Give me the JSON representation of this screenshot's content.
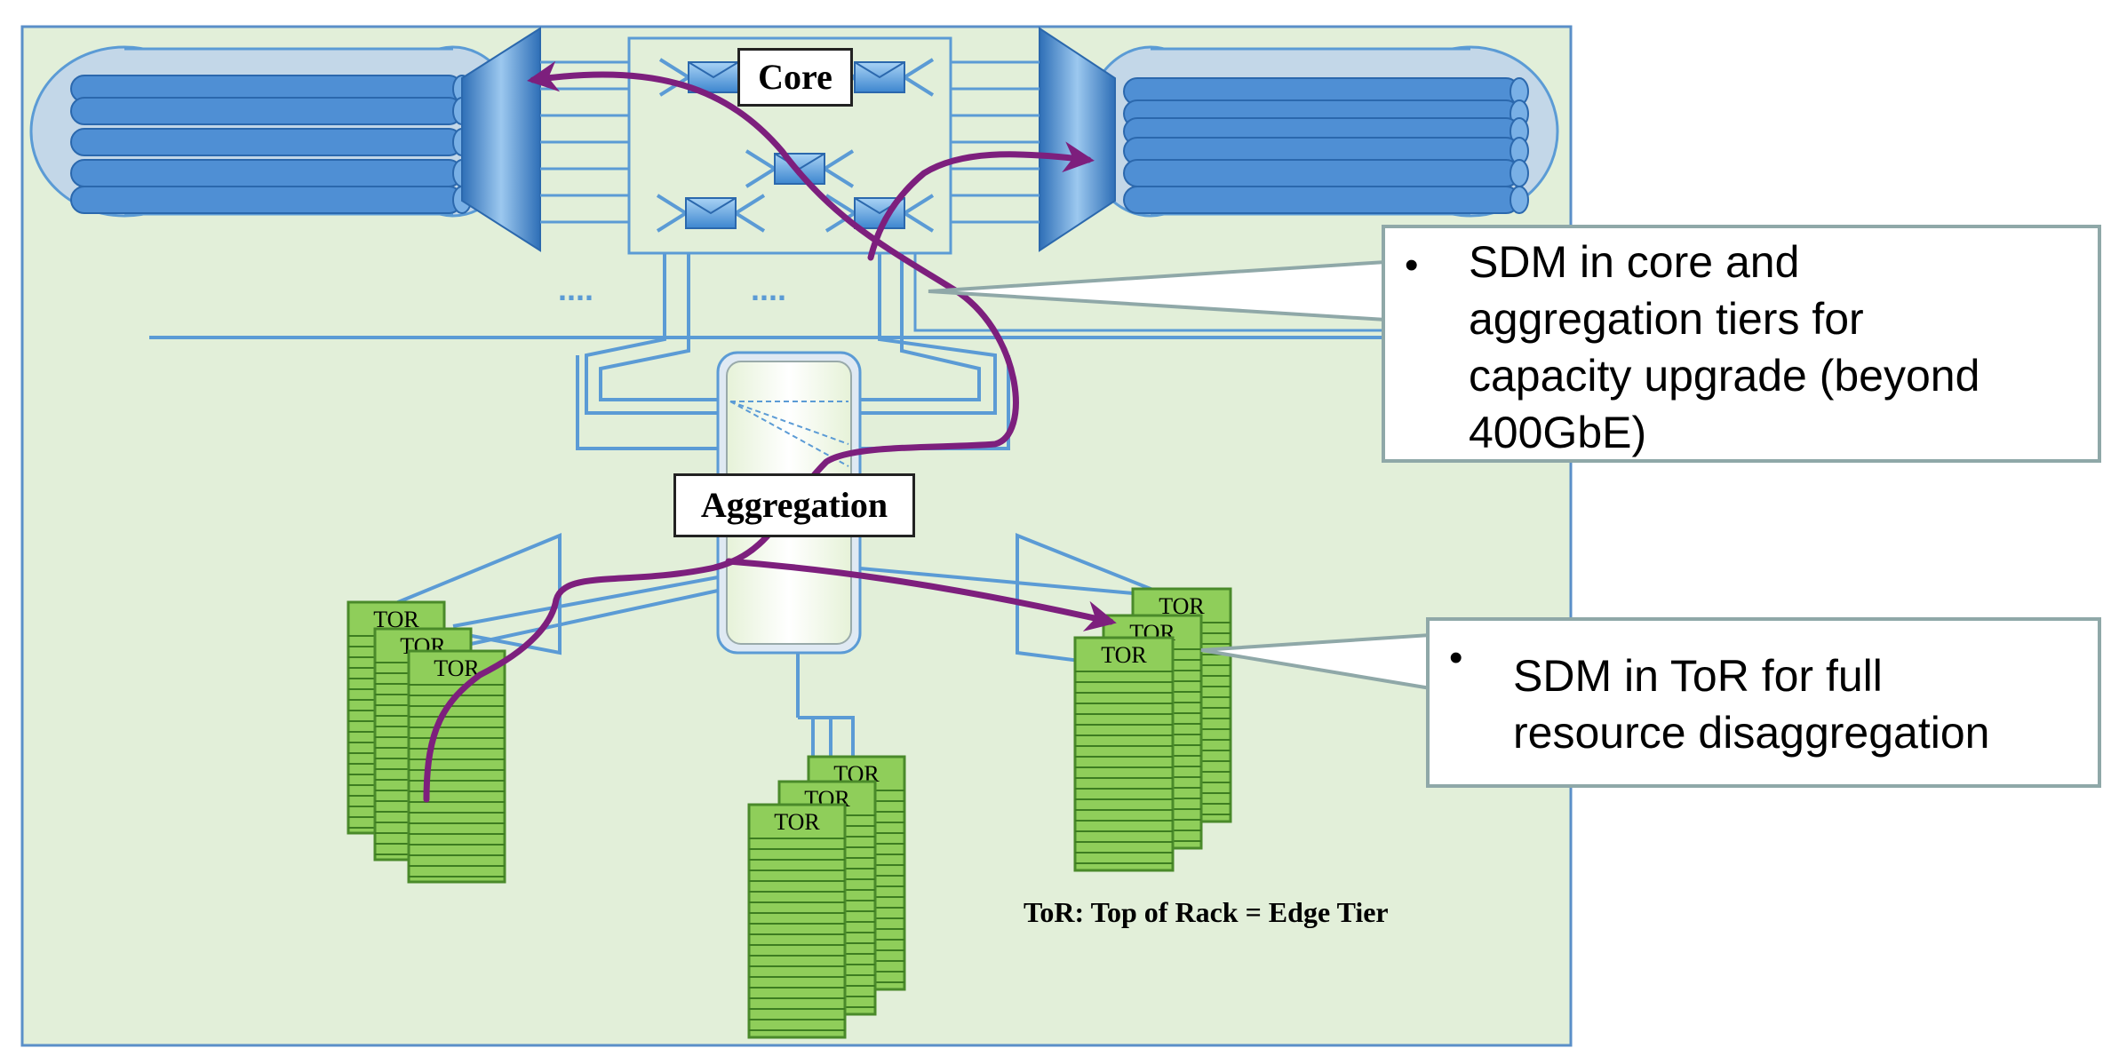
{
  "core_label": "Core",
  "aggregation_label": "Aggregation",
  "tor_label": "TOR",
  "footnote": "ToR: Top of Rack = Edge Tier",
  "dots": "....",
  "callouts": [
    {
      "bullet": "•",
      "lines": [
        "SDM in core and",
        "aggregation tiers for",
        "capacity upgrade (beyond",
        "400GbE)"
      ]
    },
    {
      "bullet": "•",
      "lines": [
        "SDM in ToR for full",
        "resource disaggregation"
      ]
    }
  ],
  "colors": {
    "panel_bg": "#e2efd9",
    "fiber": "#4f8fd4",
    "link": "#5b9bd5",
    "tor_fill": "#8fce5a",
    "path": "#7d1f7d",
    "callout_border": "#8fa8a8"
  }
}
